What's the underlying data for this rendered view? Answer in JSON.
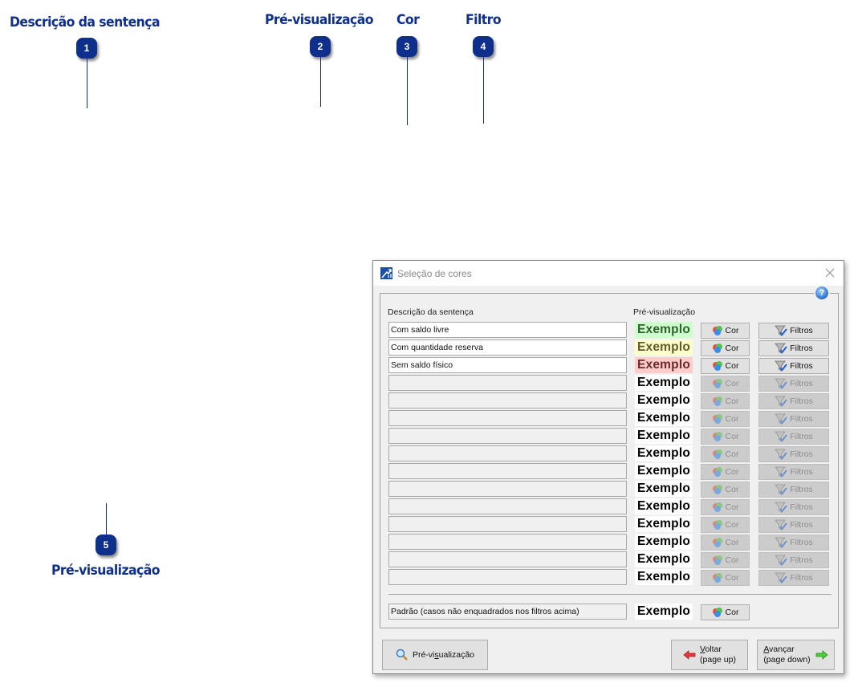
{
  "callouts": [
    {
      "number": "1",
      "label": "Descrição da sentença"
    },
    {
      "number": "2",
      "label": "Pré-visualização"
    },
    {
      "number": "3",
      "label": "Cor"
    },
    {
      "number": "4",
      "label": "Filtro"
    },
    {
      "number": "5",
      "label": "Pré-visualização"
    }
  ],
  "dialog": {
    "title": "Seleção de cores",
    "close_icon": "close-icon",
    "help_icon": "?",
    "column_headers": {
      "description": "Descrição da sentença",
      "preview": "Pré-visualização"
    },
    "rows": [
      {
        "description": "Com saldo livre",
        "preview": "Exemplo",
        "enabled": true,
        "bg": "#ccffcc",
        "fg": "#2f5f2f",
        "cor_label": "Cor",
        "filtros_label": "Filtros"
      },
      {
        "description": "Com quantidade reserva",
        "preview": "Exemplo",
        "enabled": true,
        "bg": "#ffffcc",
        "fg": "#5f5a2a",
        "cor_label": "Cor",
        "filtros_label": "Filtros"
      },
      {
        "description": "Sem saldo físico",
        "preview": "Exemplo",
        "enabled": true,
        "bg": "#ffcccc",
        "fg": "#6a2a2a",
        "cor_label": "Cor",
        "filtros_label": "Filtros"
      },
      {
        "description": "",
        "preview": "Exemplo",
        "enabled": false,
        "bg": "#ffffff",
        "fg": "#000000",
        "cor_label": "Cor",
        "filtros_label": "Filtros"
      },
      {
        "description": "",
        "preview": "Exemplo",
        "enabled": false,
        "bg": "#ffffff",
        "fg": "#000000",
        "cor_label": "Cor",
        "filtros_label": "Filtros"
      },
      {
        "description": "",
        "preview": "Exemplo",
        "enabled": false,
        "bg": "#ffffff",
        "fg": "#000000",
        "cor_label": "Cor",
        "filtros_label": "Filtros"
      },
      {
        "description": "",
        "preview": "Exemplo",
        "enabled": false,
        "bg": "#ffffff",
        "fg": "#000000",
        "cor_label": "Cor",
        "filtros_label": "Filtros"
      },
      {
        "description": "",
        "preview": "Exemplo",
        "enabled": false,
        "bg": "#ffffff",
        "fg": "#000000",
        "cor_label": "Cor",
        "filtros_label": "Filtros"
      },
      {
        "description": "",
        "preview": "Exemplo",
        "enabled": false,
        "bg": "#ffffff",
        "fg": "#000000",
        "cor_label": "Cor",
        "filtros_label": "Filtros"
      },
      {
        "description": "",
        "preview": "Exemplo",
        "enabled": false,
        "bg": "#ffffff",
        "fg": "#000000",
        "cor_label": "Cor",
        "filtros_label": "Filtros"
      },
      {
        "description": "",
        "preview": "Exemplo",
        "enabled": false,
        "bg": "#ffffff",
        "fg": "#000000",
        "cor_label": "Cor",
        "filtros_label": "Filtros"
      },
      {
        "description": "",
        "preview": "Exemplo",
        "enabled": false,
        "bg": "#ffffff",
        "fg": "#000000",
        "cor_label": "Cor",
        "filtros_label": "Filtros"
      },
      {
        "description": "",
        "preview": "Exemplo",
        "enabled": false,
        "bg": "#ffffff",
        "fg": "#000000",
        "cor_label": "Cor",
        "filtros_label": "Filtros"
      },
      {
        "description": "",
        "preview": "Exemplo",
        "enabled": false,
        "bg": "#ffffff",
        "fg": "#000000",
        "cor_label": "Cor",
        "filtros_label": "Filtros"
      },
      {
        "description": "",
        "preview": "Exemplo",
        "enabled": false,
        "bg": "#ffffff",
        "fg": "#000000",
        "cor_label": "Cor",
        "filtros_label": "Filtros"
      }
    ],
    "default_row": {
      "description": "Padrão (casos não enquadrados nos filtros acima)",
      "preview": "Exemplo",
      "bg": "#ffffff",
      "fg": "#000000",
      "cor_label": "Cor"
    },
    "footer": {
      "preview_button": {
        "pre": "Pré-vi",
        "accel": "s",
        "post": "ualização"
      },
      "back_button": {
        "accel": "V",
        "line1_rest": "oltar",
        "line2": "(page up)"
      },
      "next_button": {
        "accel": "A",
        "line1_rest": "vançar",
        "line2": "(page down)"
      }
    }
  }
}
